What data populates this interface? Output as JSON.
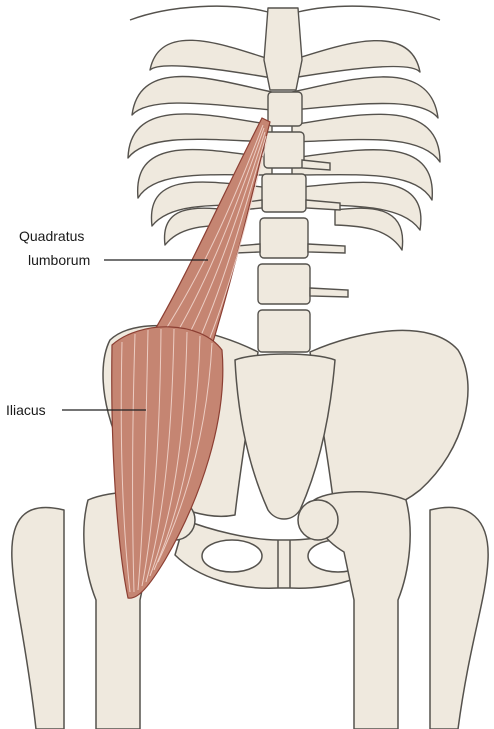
{
  "labels": {
    "quadratus_line1": "Quadratus",
    "quadratus_line2": "lumborum",
    "iliacus": "Iliacus"
  },
  "colors": {
    "bone_fill": "#efe9de",
    "bone_stroke": "#55524d",
    "muscle_fill": "#c58572",
    "muscle_stroke": "#8c3f33",
    "muscle_fiber": "#f1d5cc",
    "leader_line": "#222222",
    "background": "#ffffff"
  }
}
